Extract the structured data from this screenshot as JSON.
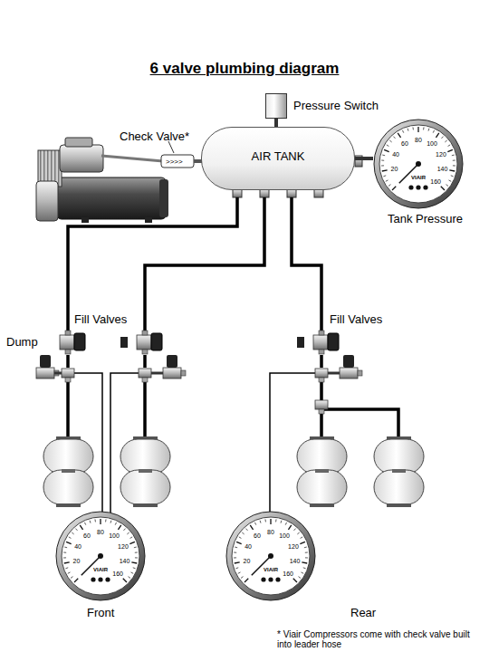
{
  "diagram": {
    "title": "6 valve plumbing diagram",
    "caption": "* Viair Compressors come with check valve built into leader hose",
    "nodes": [
      {
        "text": [
          "AIR TANK"
        ]
      },
      {
        "text": [
          "Pressure Switch"
        ]
      },
      {
        "text": [
          "20",
          "40",
          "60",
          "80",
          "100",
          "120",
          "140",
          "160",
          "VIAIR",
          "Tank Pressure"
        ]
      },
      {
        "text": [
          "20",
          "40",
          "60",
          "80",
          "100",
          "120",
          "140",
          "160",
          "VIAIR",
          "Front"
        ]
      },
      {
        "text": [
          "20",
          "40",
          "60",
          "80",
          "100",
          "120",
          "140",
          "160",
          "VIAIR",
          "Rear"
        ]
      }
    ],
    "edges": [
      {
        "from": 1,
        "to": 0,
        "arrow": "none"
      },
      {
        "from": 0,
        "to": 2,
        "arrow": "none"
      }
    ],
    "labels": [
      "Check Valve*",
      ">>>>",
      "Fill Valves",
      "Fill Valves",
      "Dump"
    ]
  }
}
